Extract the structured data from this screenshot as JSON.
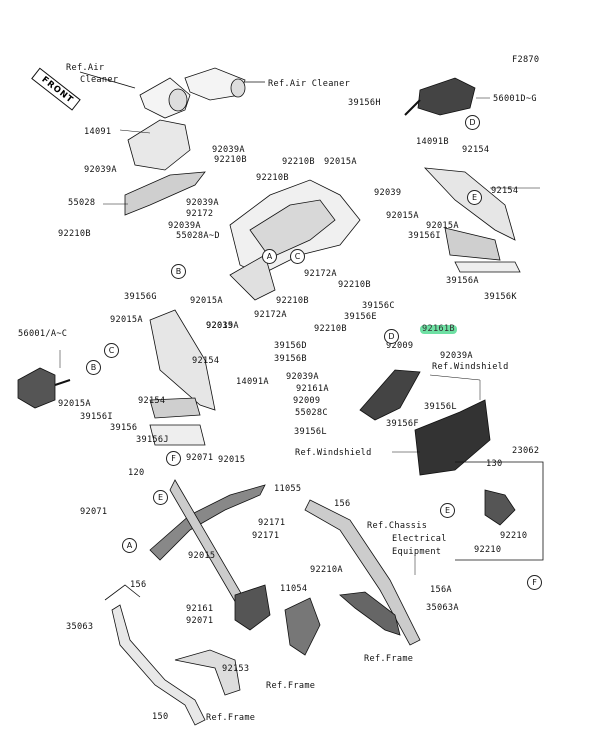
{
  "diagram": {
    "code": "F2870",
    "front_label": "FRONT",
    "labels": [
      {
        "id": "ref-air-cleaner-left-1",
        "text": "Ref.Air"
      },
      {
        "id": "ref-air-cleaner-left-2",
        "text": "Cleaner"
      },
      {
        "id": "ref-air-cleaner-right",
        "text": "Ref.Air Cleaner"
      },
      {
        "id": "p39156H",
        "text": "39156H"
      },
      {
        "id": "p56001DG",
        "text": "56001D~G"
      },
      {
        "id": "p14091",
        "text": "14091"
      },
      {
        "id": "p14091B",
        "text": "14091B"
      },
      {
        "id": "p92039A_1",
        "text": "92039A"
      },
      {
        "id": "p92210B_1",
        "text": "92210B"
      },
      {
        "id": "p92210B_2",
        "text": "92210B"
      },
      {
        "id": "p92015A_1",
        "text": "92015A"
      },
      {
        "id": "p92154_1",
        "text": "92154"
      },
      {
        "id": "p92039A_2",
        "text": "92039A"
      },
      {
        "id": "p92210B_3",
        "text": "92210B"
      },
      {
        "id": "p92039_1",
        "text": "92039"
      },
      {
        "id": "p92154_2",
        "text": "92154"
      },
      {
        "id": "p55028",
        "text": "55028"
      },
      {
        "id": "p92039A_3",
        "text": "92039A"
      },
      {
        "id": "p92172_1",
        "text": "92172"
      },
      {
        "id": "p92015A_2",
        "text": "92015A"
      },
      {
        "id": "p92039A_4",
        "text": "92039A"
      },
      {
        "id": "p92015A_3",
        "text": "92015A"
      },
      {
        "id": "p55028AD",
        "text": "55028A~D"
      },
      {
        "id": "p39156I_1",
        "text": "39156I"
      },
      {
        "id": "p92210B_4",
        "text": "92210B"
      },
      {
        "id": "p92172A",
        "text": "92172A"
      },
      {
        "id": "p92210B_5",
        "text": "92210B"
      },
      {
        "id": "p39156A_1",
        "text": "39156A"
      },
      {
        "id": "p39156G",
        "text": "39156G"
      },
      {
        "id": "p92015A_4",
        "text": "92015A"
      },
      {
        "id": "p92210B_6",
        "text": "92210B"
      },
      {
        "id": "p39156K",
        "text": "39156K"
      },
      {
        "id": "p92015A_5",
        "text": "92015A"
      },
      {
        "id": "p92172A_2",
        "text": "92172A"
      },
      {
        "id": "p39156C",
        "text": "39156C"
      },
      {
        "id": "p92015A_6",
        "text": "92015A"
      },
      {
        "id": "p92039_2",
        "text": "92039"
      },
      {
        "id": "p39156E",
        "text": "39156E"
      },
      {
        "id": "p92210B_7",
        "text": "92210B"
      },
      {
        "id": "p92161B",
        "text": "92161B"
      },
      {
        "id": "p56001AC",
        "text": "56001/A~C"
      },
      {
        "id": "p39156D",
        "text": "39156D"
      },
      {
        "id": "p92009_1",
        "text": "92009"
      },
      {
        "id": "p39156B",
        "text": "39156B"
      },
      {
        "id": "p92039A_5",
        "text": "92039A"
      },
      {
        "id": "p92154_3",
        "text": "92154"
      },
      {
        "id": "ref-windshield-1",
        "text": "Ref.Windshield"
      },
      {
        "id": "p92039A_6",
        "text": "92039A"
      },
      {
        "id": "p14091A",
        "text": "14091A"
      },
      {
        "id": "p92161A",
        "text": "92161A"
      },
      {
        "id": "p92015A_7",
        "text": "92015A"
      },
      {
        "id": "p92009_2",
        "text": "92009"
      },
      {
        "id": "p92154_4",
        "text": "92154"
      },
      {
        "id": "p55028C",
        "text": "55028C"
      },
      {
        "id": "p39156L_1",
        "text": "39156L"
      },
      {
        "id": "p39156I_2",
        "text": "39156I"
      },
      {
        "id": "p39156_1",
        "text": "39156"
      },
      {
        "id": "p39156L_2",
        "text": "39156L"
      },
      {
        "id": "p39156F",
        "text": "39156F"
      },
      {
        "id": "p39156J",
        "text": "39156J"
      },
      {
        "id": "ref-windshield-2",
        "text": "Ref.Windshield"
      },
      {
        "id": "p23062",
        "text": "23062"
      },
      {
        "id": "p92071_1",
        "text": "92071"
      },
      {
        "id": "p92015_1",
        "text": "92015"
      },
      {
        "id": "p130",
        "text": "130"
      },
      {
        "id": "p120",
        "text": "120"
      },
      {
        "id": "p11055",
        "text": "11055"
      },
      {
        "id": "p156_1",
        "text": "156"
      },
      {
        "id": "p92071_2",
        "text": "92071"
      },
      {
        "id": "p92171_1",
        "text": "92171"
      },
      {
        "id": "p92171_2",
        "text": "92171"
      },
      {
        "id": "ref-chassis-1",
        "text": "Ref.Chassis"
      },
      {
        "id": "ref-chassis-2",
        "text": "Electrical"
      },
      {
        "id": "ref-chassis-3",
        "text": "Equipment"
      },
      {
        "id": "p92210_1",
        "text": "92210"
      },
      {
        "id": "p92210_2",
        "text": "92210"
      },
      {
        "id": "p92015_2",
        "text": "92015"
      },
      {
        "id": "p92210A",
        "text": "92210A"
      },
      {
        "id": "p156_2",
        "text": "156"
      },
      {
        "id": "p11054",
        "text": "11054"
      },
      {
        "id": "p156A",
        "text": "156A"
      },
      {
        "id": "p92161",
        "text": "92161"
      },
      {
        "id": "p35063A",
        "text": "35063A"
      },
      {
        "id": "p35063",
        "text": "35063"
      },
      {
        "id": "p92071_3",
        "text": "92071"
      },
      {
        "id": "p92153",
        "text": "92153"
      },
      {
        "id": "ref-frame-1",
        "text": "Ref.Frame"
      },
      {
        "id": "ref-frame-2",
        "text": "Ref.Frame"
      },
      {
        "id": "p150",
        "text": "150"
      },
      {
        "id": "ref-frame-3",
        "text": "Ref.Frame"
      }
    ],
    "callouts": [
      {
        "id": "D1",
        "text": "D"
      },
      {
        "id": "E1",
        "text": "E"
      },
      {
        "id": "A1",
        "text": "A"
      },
      {
        "id": "C1",
        "text": "C"
      },
      {
        "id": "B1",
        "text": "B"
      },
      {
        "id": "C2",
        "text": "C"
      },
      {
        "id": "B2",
        "text": "B"
      },
      {
        "id": "D2",
        "text": "D"
      },
      {
        "id": "F1",
        "text": "F"
      },
      {
        "id": "E2",
        "text": "E"
      },
      {
        "id": "A2",
        "text": "A"
      },
      {
        "id": "E3",
        "text": "E"
      },
      {
        "id": "F2",
        "text": "F"
      }
    ]
  }
}
